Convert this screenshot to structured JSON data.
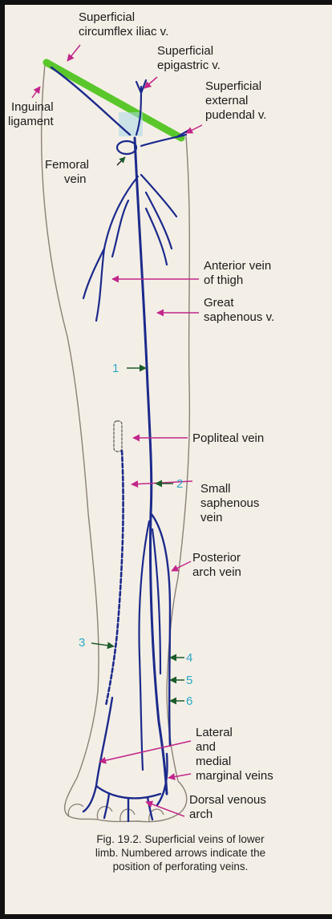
{
  "labels": {
    "superficial_circumflex_iliac_1": "Superficial",
    "superficial_circumflex_iliac_2": "circumflex iliac v.",
    "superficial_epigastric_1": "Superficial",
    "superficial_epigastric_2": "epigastric v.",
    "superficial_external_pudendal_1": "Superficial",
    "superficial_external_pudendal_2": "external",
    "superficial_external_pudendal_3": "pudendal v.",
    "inguinal_ligament_1": "Inguinal",
    "inguinal_ligament_2": "ligament",
    "femoral_vein_1": "Femoral",
    "femoral_vein_2": "vein",
    "anterior_vein_of_thigh_1": "Anterior vein",
    "anterior_vein_of_thigh_2": "of thigh",
    "great_saphenous_1": "Great",
    "great_saphenous_2": "saphenous v.",
    "popliteal_vein": "Popliteal vein",
    "small_saphenous_1": "Small",
    "small_saphenous_2": "saphenous",
    "small_saphenous_3": "vein",
    "posterior_arch_1": "Posterior",
    "posterior_arch_2": "arch vein",
    "marginal_veins_1": "Lateral",
    "marginal_veins_2": "and",
    "marginal_veins_3": "medial",
    "marginal_veins_4": "marginal veins",
    "dorsal_venous_arch_1": "Dorsal venous",
    "dorsal_venous_arch_2": "arch"
  },
  "perforator_numbers": {
    "n1": "1",
    "n2": "2",
    "n3": "3",
    "n4": "4",
    "n5": "5",
    "n6": "6"
  },
  "caption": {
    "line1": "Fig. 19.2. Superficial veins of lower",
    "line2": "limb. Numbered arrows indicate the",
    "line3": "position of perforating veins."
  },
  "colors": {
    "vein": "#1b2a8c",
    "ligament": "#59c72b",
    "pointer_arrow": "#c2268a",
    "perforator_arrow": "#1c5c2a",
    "number": "#2aa7c9",
    "outline": "#8a8078"
  }
}
